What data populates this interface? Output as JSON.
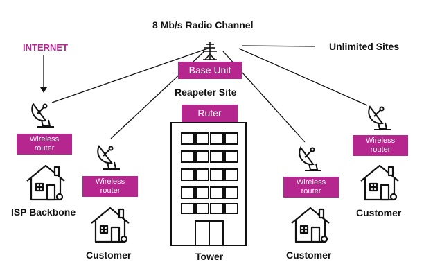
{
  "title": "8 Mb/s Radio Channel",
  "internet_label": "INTERNET",
  "unlimited_label": "Unlimited Sites",
  "base_unit_label": "Base Unit",
  "repeater_label": "Reapeter Site",
  "router_label": "Ruter",
  "tower_label": "Tower",
  "nodes": [
    {
      "router": "Wireless router",
      "name": "ISP Backbone"
    },
    {
      "router": "Wireless router",
      "name": "Customer"
    },
    {
      "router": "Wireless router",
      "name": "Customer"
    },
    {
      "router": "Wireless router",
      "name": "Customer"
    }
  ],
  "colors": {
    "accent": "#b5268f",
    "line": "#111111"
  },
  "icons": [
    "antenna-icon",
    "satellite-dish-icon",
    "house-icon",
    "tower-building-icon",
    "arrow-down-icon"
  ]
}
